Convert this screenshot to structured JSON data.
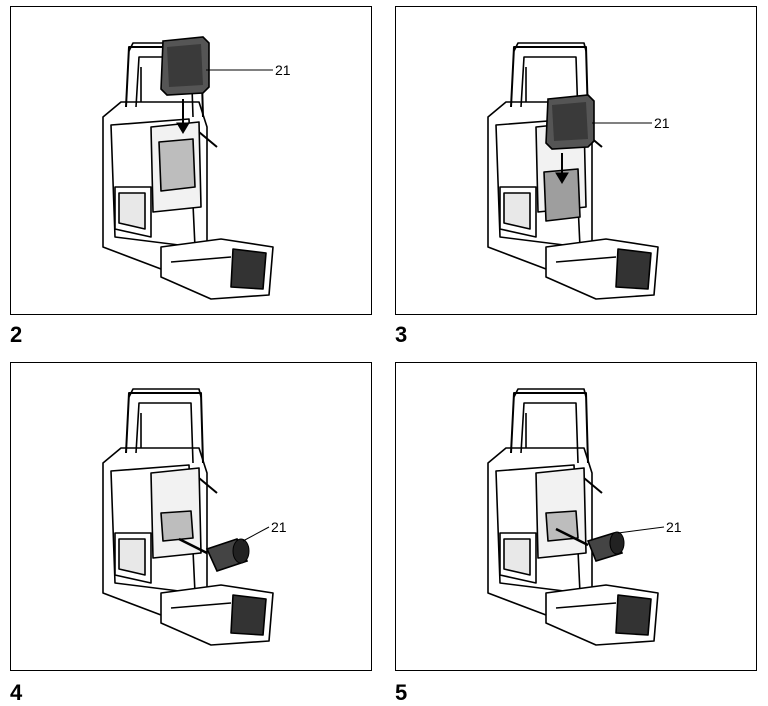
{
  "figures": [
    {
      "number": "2",
      "callout": "21"
    },
    {
      "number": "3",
      "callout": "21"
    },
    {
      "number": "4",
      "callout": "21"
    },
    {
      "number": "5",
      "callout": "21"
    }
  ]
}
